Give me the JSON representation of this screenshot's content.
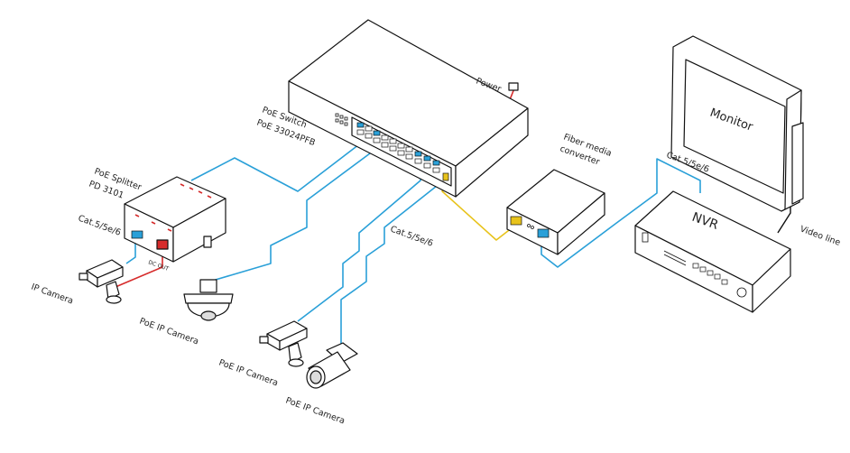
{
  "labels": {
    "power": "Power",
    "poe_switch_line1": "PoE  Switch",
    "poe_switch_line2": "PoE 33024PFB",
    "poe_splitter_line1": "PoE Splitter",
    "poe_splitter_line2": "PD 3101",
    "cat_left": "Cat.5/5e/6",
    "ip_camera": "IP Camera",
    "dc_out": "DC OUT",
    "poe_ip_camera_1": "PoE IP Camera",
    "poe_ip_camera_2": "PoE IP Camera",
    "poe_ip_camera_3": "PoE IP Camera",
    "cat_middle": "Cat.5/5e/6",
    "fiber_line1": "Fiber media",
    "fiber_line2": "converter",
    "cat_right": "Cat.5/5e/6",
    "monitor": "Monitor",
    "nvr": "NVR",
    "video_line": "Video line"
  },
  "colors": {
    "ethernet_cable": "#2aa0d8",
    "fiber_cable": "#e8c31c",
    "dc_cable": "#d62b2b",
    "outline": "#111111"
  }
}
